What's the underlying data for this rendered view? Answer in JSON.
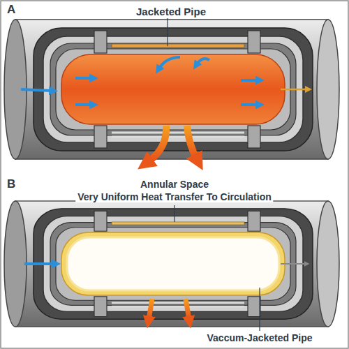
{
  "diagram": {
    "labels": [
      "A",
      "Jacketed Pipe",
      "B",
      "Annular Space",
      "Very Uniform Heat Transfer To Circulation",
      "Vaccum-Jacketed Pipe"
    ]
  }
}
